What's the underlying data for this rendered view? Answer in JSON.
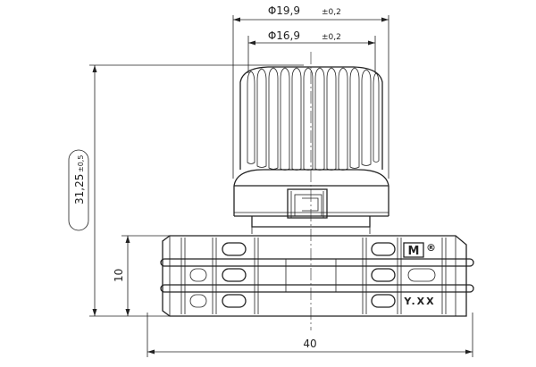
{
  "dimensions": {
    "outer_diameter": {
      "value": "Φ19,9",
      "tolerance": "±0,2"
    },
    "inner_diameter": {
      "value": "Φ16,9",
      "tolerance": "±0,2"
    },
    "height": {
      "value": "31,25",
      "tolerance": "±0,5"
    },
    "base_height": {
      "value": "10"
    },
    "base_width": {
      "value": "40"
    }
  },
  "markings": {
    "logo_letter": "M",
    "registered": "®",
    "code": "Y.XX"
  }
}
